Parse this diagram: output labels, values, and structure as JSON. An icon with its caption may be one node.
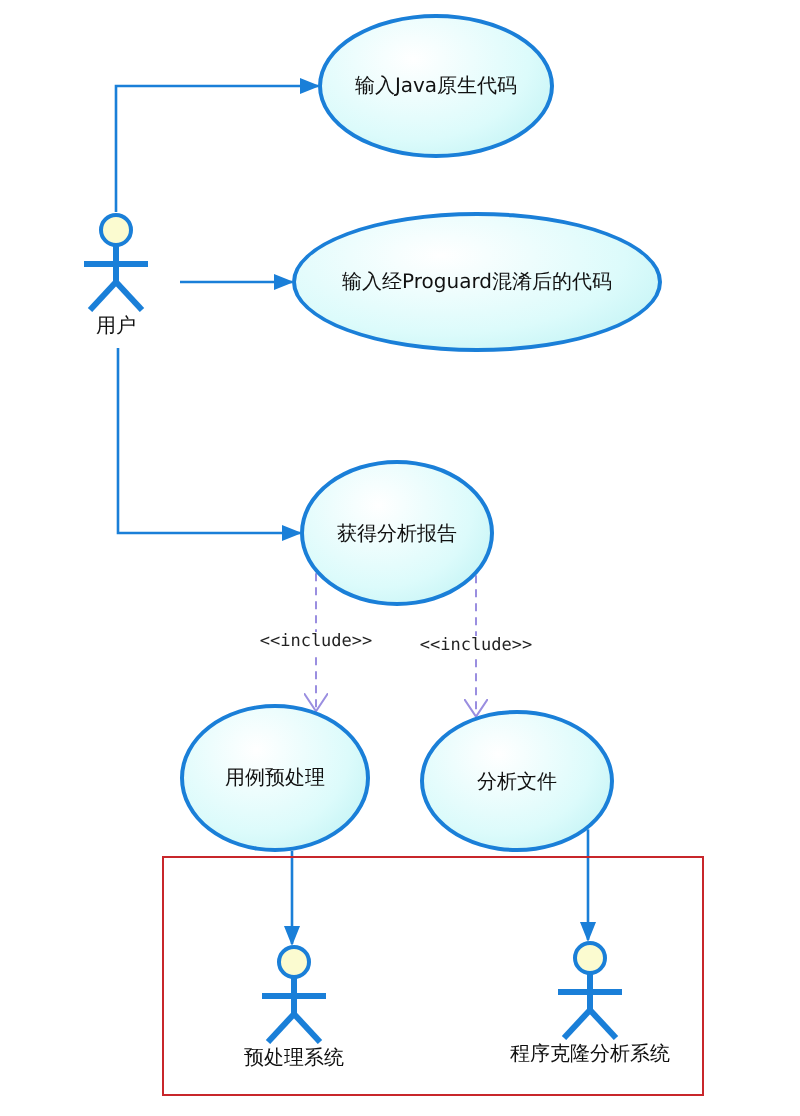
{
  "diagram": {
    "nodes": [
      {
        "text": [
          "用户"
        ]
      },
      {
        "text": [
          "输入Java原生代码"
        ]
      },
      {
        "text": [
          "输入经Proguard混淆后的代码"
        ]
      },
      {
        "text": [
          "获得分析报告"
        ]
      },
      {
        "text": [
          "用例预处理"
        ]
      },
      {
        "text": [
          "分析文件"
        ]
      },
      {
        "text": [],
        "shape": "box"
      },
      {
        "text": [
          "预处理系统"
        ],
        "in": 6
      },
      {
        "text": [
          "程序克隆分析系统"
        ],
        "in": 6
      }
    ],
    "edges": [
      {
        "from": 0,
        "to": 1,
        "arrow": "to"
      },
      {
        "from": 0,
        "to": 2,
        "arrow": "to"
      },
      {
        "from": 0,
        "to": 3,
        "arrow": "to"
      },
      {
        "from": 3,
        "to": 4,
        "arrow": "to",
        "label": "<<include>>",
        "style": "dashed",
        "color": "#9a8ee0"
      },
      {
        "from": 3,
        "to": 5,
        "arrow": "to",
        "label": "<<include>>",
        "style": "dashed",
        "color": "#9a8ee0"
      },
      {
        "from": 4,
        "to": 7,
        "arrow": "to"
      },
      {
        "from": 5,
        "to": 8,
        "arrow": "to"
      }
    ]
  }
}
